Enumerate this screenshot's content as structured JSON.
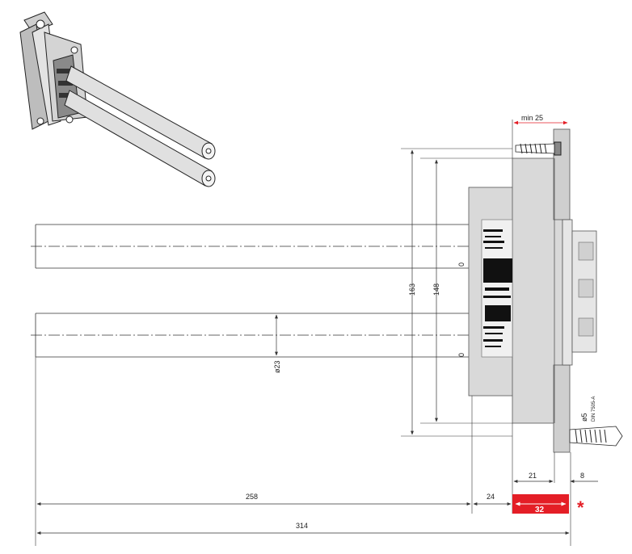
{
  "dimensions": {
    "d258": "258",
    "d24": "24",
    "d32": "32",
    "d314": "314",
    "d21": "21",
    "d8": "8",
    "d163": "163",
    "d148": "148",
    "d23": "ø23",
    "min25": "min 25",
    "d5": "ø5",
    "din": "DIN 7505-A",
    "zero_top": "0",
    "zero_bottom": "0",
    "star": "*"
  },
  "colors": {
    "highlight": "#e41e26",
    "body_fill": "#d9d9d9",
    "line": "#333333"
  }
}
